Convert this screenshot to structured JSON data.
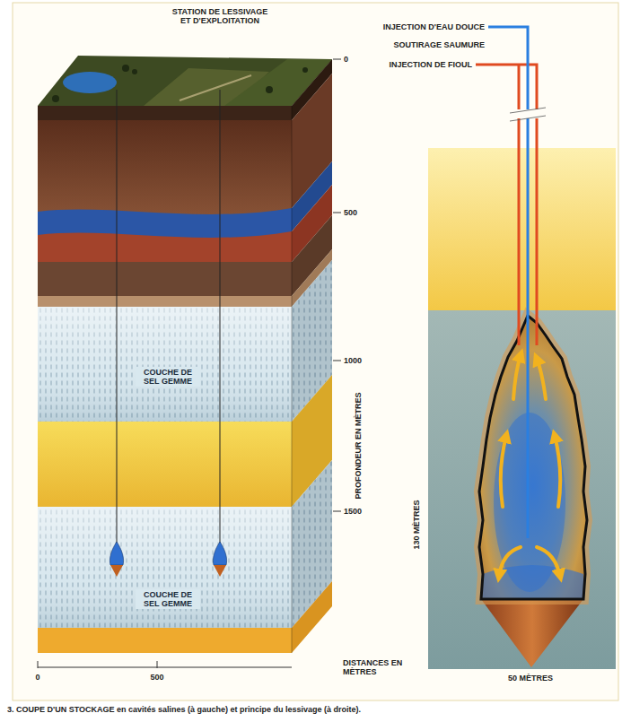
{
  "diagram": {
    "caption": "3. COUPE D'UN STOCKAGE en cavités salines (à gauche) et principe du lessivage (à droite).",
    "nodes": [
      {
        "text": [
          "COUCHE DE SEL GEMME"
        ]
      },
      {
        "text": [
          "COUCHE DE SEL GEMME"
        ]
      }
    ],
    "labels": [
      "STATION DE LESSIVAGE ET D'EXPLOITATION",
      "0",
      "500",
      "1000",
      "1500",
      "PROFONDEUR EN MÈTRES",
      "0",
      "500",
      "DISTANCES EN MÈTRES",
      "INJECTION D'EAU DOUCE",
      "SOUTIRAGE SAUMURE",
      "INJECTION DE FIOUL",
      "130 MÈTRES",
      "50 MÈTRES"
    ]
  }
}
